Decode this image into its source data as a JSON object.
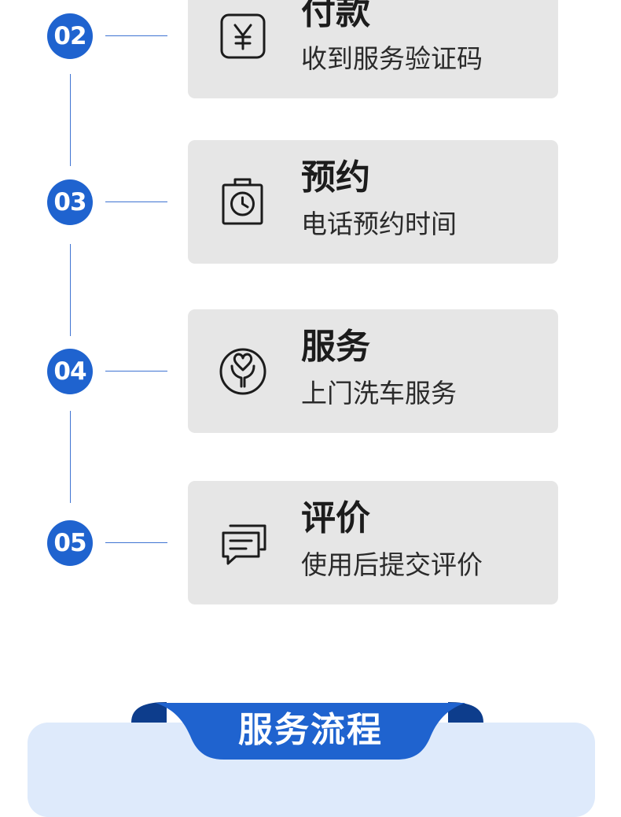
{
  "steps": [
    {
      "num": "02",
      "title": "付款",
      "desc": "收到服务验证码",
      "icon": "yen-icon"
    },
    {
      "num": "03",
      "title": "预约",
      "desc": "电话预约时间",
      "icon": "clock-icon"
    },
    {
      "num": "04",
      "title": "服务",
      "desc": "上门洗车服务",
      "icon": "heart-hand-icon"
    },
    {
      "num": "05",
      "title": "评价",
      "desc": "使用后提交评价",
      "icon": "chat-icon"
    }
  ],
  "section": {
    "title": "服务流程"
  },
  "colors": {
    "accent": "#1f63cf",
    "accent_dark": "#0d3d8c",
    "card": "#e6e6e6",
    "panel": "#deeafb"
  }
}
